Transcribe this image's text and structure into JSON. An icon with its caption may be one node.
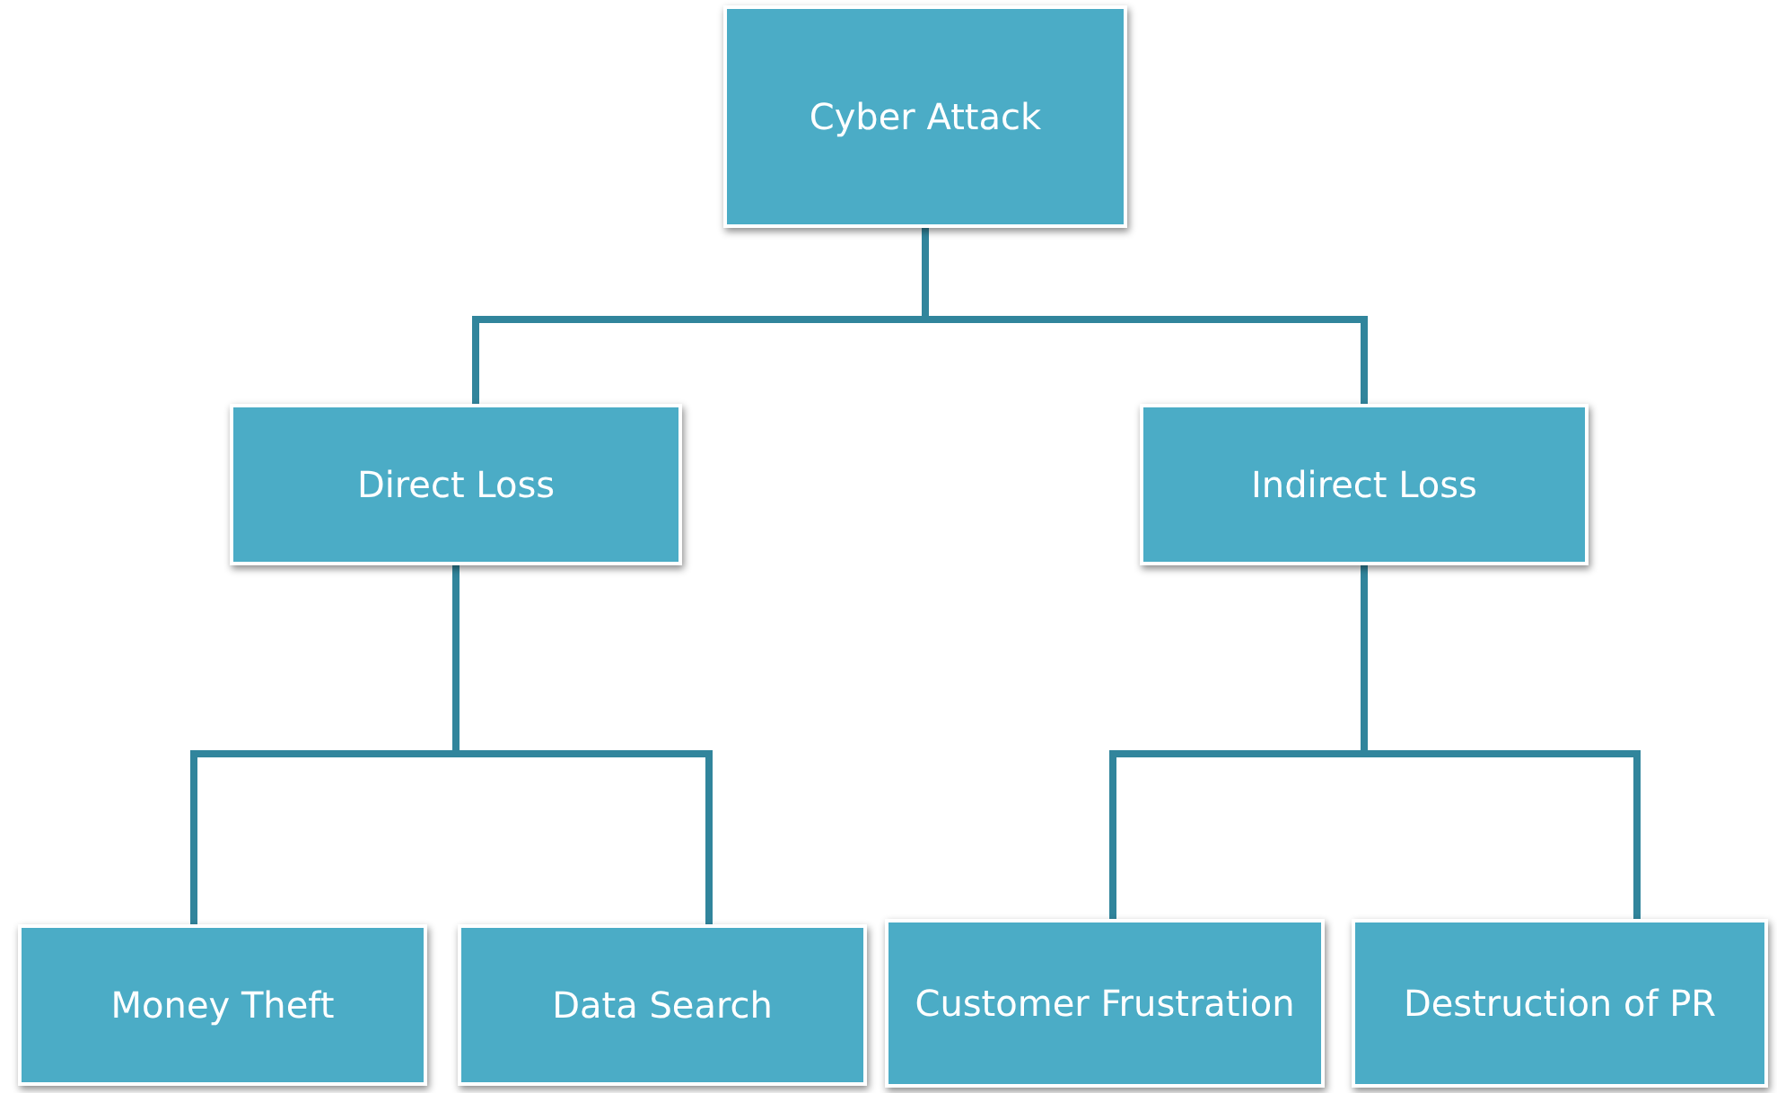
{
  "diagram": {
    "nodes": [
      {
        "text": [
          "Cyber Attack"
        ]
      },
      {
        "text": [
          "Direct Loss"
        ]
      },
      {
        "text": [
          "Indirect Loss"
        ]
      },
      {
        "text": [
          "Money Theft"
        ]
      },
      {
        "text": [
          "Data Search"
        ]
      },
      {
        "text": [
          "Customer Frustration"
        ]
      },
      {
        "text": [
          "Destruction of PR"
        ]
      }
    ],
    "edges": [
      {
        "from": 0,
        "to": 1,
        "arrow": "none"
      },
      {
        "from": 0,
        "to": 2,
        "arrow": "none"
      },
      {
        "from": 1,
        "to": 3,
        "arrow": "none"
      },
      {
        "from": 1,
        "to": 4,
        "arrow": "none"
      },
      {
        "from": 2,
        "to": 5,
        "arrow": "none"
      },
      {
        "from": 2,
        "to": 6,
        "arrow": "none"
      }
    ]
  }
}
